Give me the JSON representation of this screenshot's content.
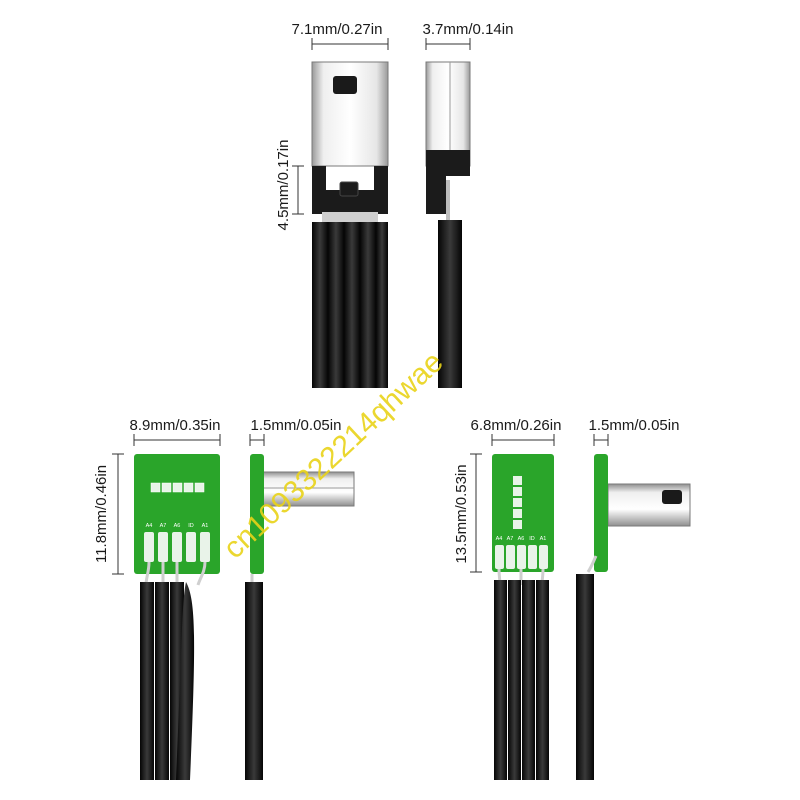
{
  "dimensions": {
    "top_width": "7.1mm/0.27in",
    "top_side_width": "3.7mm/0.14in",
    "top_height": "4.5mm/0.17in",
    "left_width": "8.9mm/0.35in",
    "left_side_width": "1.5mm/0.05in",
    "left_height": "11.8mm/0.46in",
    "right_width": "6.8mm/0.26in",
    "right_side_width": "1.5mm/0.05in",
    "right_height": "13.5mm/0.53in"
  },
  "pin_labels": [
    "A4",
    "A7",
    "A6",
    "ID",
    "A1"
  ],
  "watermark": "cn1093322214qhwae",
  "colors": {
    "pcb_green": "#2aa52a",
    "cable_black": "#141414",
    "metal_silver": "#d8d8d8",
    "dimension_line": "#333333",
    "watermark": "#e9d319"
  }
}
